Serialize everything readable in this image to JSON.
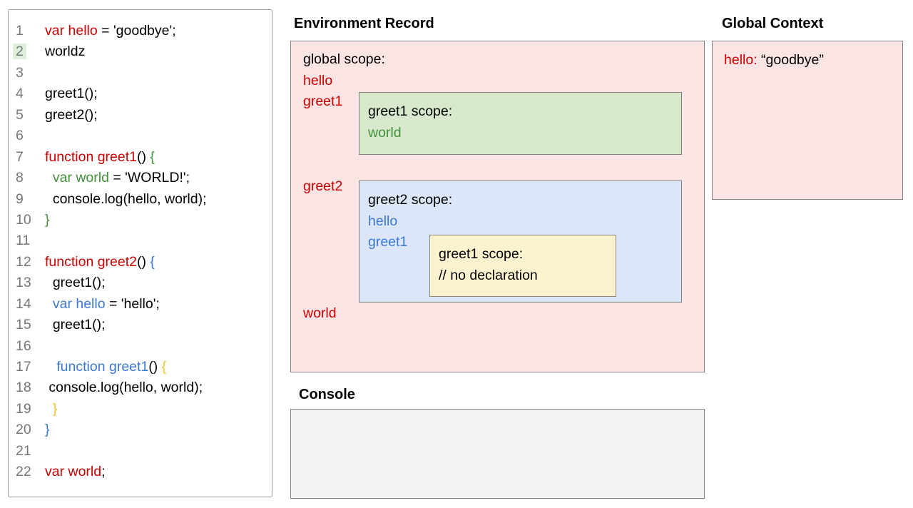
{
  "colors": {
    "red": "#cc0000",
    "green": "#44923c",
    "blue": "#3c78d8",
    "gold": "#f1c232",
    "pink_bg": "#fbe5e4",
    "green_box_bg": "#d7e8cc",
    "blue_box_bg": "#dbe7f8",
    "yellow_box_bg": "#fdf2cf",
    "console_bg": "#f2f2f2",
    "line_highlight_bg": "#dfeeda"
  },
  "code_panel": {
    "lines": [
      {
        "num": "1",
        "highlight": false,
        "segments": [
          {
            "text": "var hello",
            "color": "red"
          },
          {
            "text": " = 'goodbye';",
            "color": "black"
          }
        ]
      },
      {
        "num": "2",
        "highlight": true,
        "segments": [
          {
            "text": "worldz",
            "color": "black"
          }
        ]
      },
      {
        "num": "3",
        "highlight": false,
        "segments": []
      },
      {
        "num": "4",
        "highlight": false,
        "segments": [
          {
            "text": "greet1();",
            "color": "black"
          }
        ]
      },
      {
        "num": "5",
        "highlight": false,
        "segments": [
          {
            "text": "greet2();",
            "color": "black"
          }
        ]
      },
      {
        "num": "6",
        "highlight": false,
        "segments": []
      },
      {
        "num": "7",
        "highlight": false,
        "segments": [
          {
            "text": "function greet1",
            "color": "red"
          },
          {
            "text": "() ",
            "color": "black"
          },
          {
            "text": "{",
            "color": "green"
          }
        ]
      },
      {
        "num": "8",
        "highlight": false,
        "segments": [
          {
            "text": "  ",
            "color": "black"
          },
          {
            "text": "var world",
            "color": "green"
          },
          {
            "text": " = 'WORLD!';",
            "color": "black"
          }
        ]
      },
      {
        "num": "9",
        "highlight": false,
        "segments": [
          {
            "text": "  console.log(hello, world);",
            "color": "black"
          }
        ]
      },
      {
        "num": "10",
        "highlight": false,
        "segments": [
          {
            "text": "}",
            "color": "green"
          }
        ]
      },
      {
        "num": "11",
        "highlight": false,
        "segments": []
      },
      {
        "num": "12",
        "highlight": false,
        "segments": [
          {
            "text": "function greet2",
            "color": "red"
          },
          {
            "text": "() ",
            "color": "black"
          },
          {
            "text": "{",
            "color": "blue"
          }
        ]
      },
      {
        "num": "13",
        "highlight": false,
        "segments": [
          {
            "text": "  greet1();",
            "color": "black"
          }
        ]
      },
      {
        "num": "14",
        "highlight": false,
        "segments": [
          {
            "text": "  ",
            "color": "black"
          },
          {
            "text": "var hello",
            "color": "blue"
          },
          {
            "text": " = 'hello';",
            "color": "black"
          }
        ]
      },
      {
        "num": "15",
        "highlight": false,
        "segments": [
          {
            "text": "  greet1();",
            "color": "black"
          }
        ]
      },
      {
        "num": "16",
        "highlight": false,
        "segments": []
      },
      {
        "num": "17",
        "highlight": false,
        "segments": [
          {
            "text": "   ",
            "color": "black"
          },
          {
            "text": "function greet1",
            "color": "blue"
          },
          {
            "text": "() ",
            "color": "black"
          },
          {
            "text": "{",
            "color": "gold"
          }
        ]
      },
      {
        "num": "18",
        "highlight": false,
        "segments": [
          {
            "text": " console.log(hello, world);",
            "color": "black"
          }
        ]
      },
      {
        "num": "19",
        "highlight": false,
        "segments": [
          {
            "text": "  ",
            "color": "black"
          },
          {
            "text": "}",
            "color": "gold"
          }
        ]
      },
      {
        "num": "20",
        "highlight": false,
        "segments": [
          {
            "text": "}",
            "color": "blue"
          }
        ]
      },
      {
        "num": "21",
        "highlight": false,
        "segments": []
      },
      {
        "num": "22",
        "highlight": false,
        "segments": [
          {
            "text": "var world",
            "color": "red"
          },
          {
            "text": ";",
            "color": "black"
          }
        ]
      }
    ]
  },
  "environment_record": {
    "title": "Environment Record",
    "scope_label": "global scope:",
    "var_hello": "hello",
    "var_greet1": "greet1",
    "var_greet2": "greet2",
    "var_world": "world",
    "greet1_box": {
      "label": "greet1 scope:",
      "var_world": "world"
    },
    "greet2_box": {
      "label": "greet2 scope:",
      "var_hello": "hello",
      "var_greet1": "greet1",
      "greet1_box": {
        "label": "greet1 scope:",
        "comment": "// no declaration"
      }
    }
  },
  "console_panel": {
    "title": "Console"
  },
  "global_context": {
    "title": "Global Context",
    "entry_name": "hello:",
    "entry_value": "“goodbye”"
  }
}
